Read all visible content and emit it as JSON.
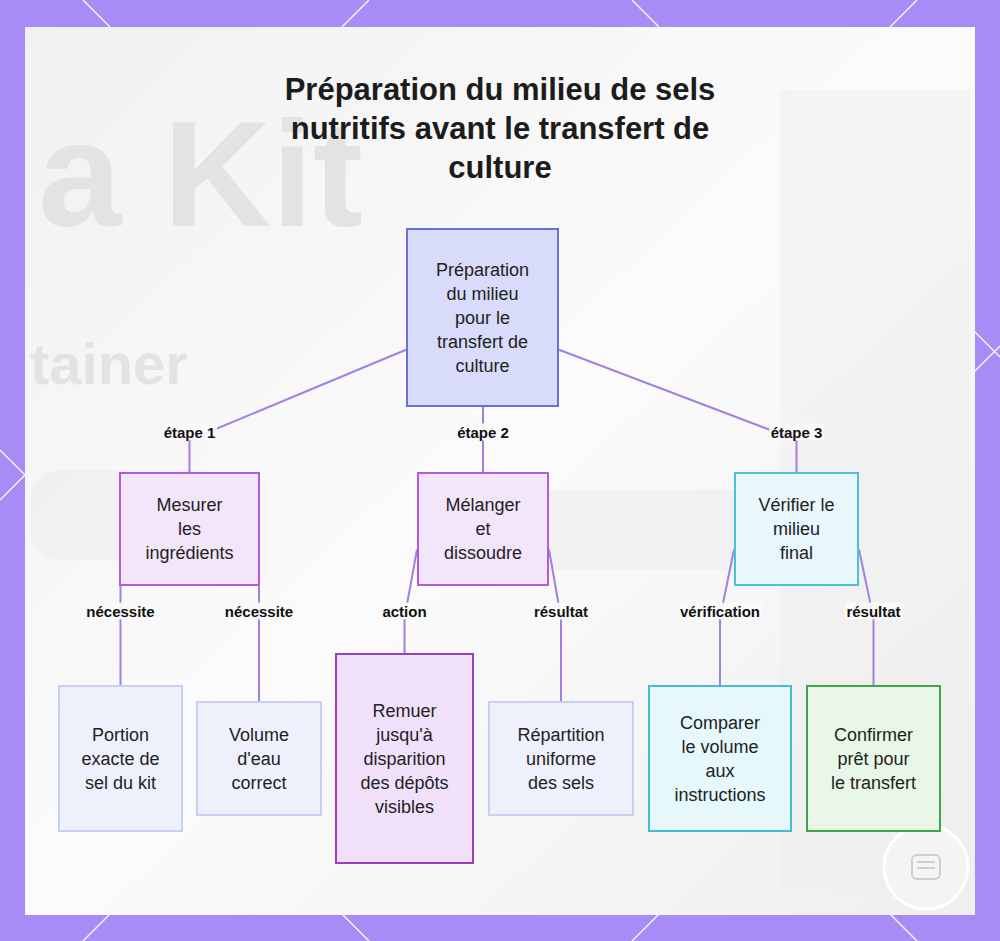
{
  "diagram": {
    "title": "Préparation du milieu de sels nutritifs avant le transfert de culture",
    "nodes": [
      {
        "text": [
          "Préparation du milieu pour le transfert de culture"
        ]
      },
      {
        "text": [
          "Mesurer les ingrédients"
        ]
      },
      {
        "text": [
          "Mélanger et dissoudre"
        ]
      },
      {
        "text": [
          "Vérifier le milieu final"
        ]
      },
      {
        "text": [
          "Portion exacte de sel du kit"
        ]
      },
      {
        "text": [
          "Volume d'eau correct"
        ]
      },
      {
        "text": [
          "Remuer jusqu'à disparition des dépôts visibles"
        ]
      },
      {
        "text": [
          "Répartition uniforme des sels"
        ]
      },
      {
        "text": [
          "Comparer le volume aux instructions"
        ]
      },
      {
        "text": [
          "Confirmer prêt pour le transfert"
        ]
      }
    ],
    "edges": [
      {
        "from": 0,
        "to": 1,
        "label": "étape 1",
        "arrow": "none"
      },
      {
        "from": 0,
        "to": 2,
        "label": "étape 2",
        "arrow": "none"
      },
      {
        "from": 0,
        "to": 3,
        "label": "étape 3",
        "arrow": "none"
      },
      {
        "from": 1,
        "to": 4,
        "label": "nécessite",
        "arrow": "none"
      },
      {
        "from": 1,
        "to": 5,
        "label": "nécessite",
        "arrow": "none"
      },
      {
        "from": 2,
        "to": 6,
        "label": "action",
        "arrow": "none"
      },
      {
        "from": 2,
        "to": 7,
        "label": "résultat",
        "arrow": "none"
      },
      {
        "from": 3,
        "to": 8,
        "label": "vérification",
        "arrow": "none"
      },
      {
        "from": 3,
        "to": 9,
        "label": "résultat",
        "arrow": "none"
      }
    ],
    "labels": [
      "a Kit",
      "tainer"
    ]
  }
}
